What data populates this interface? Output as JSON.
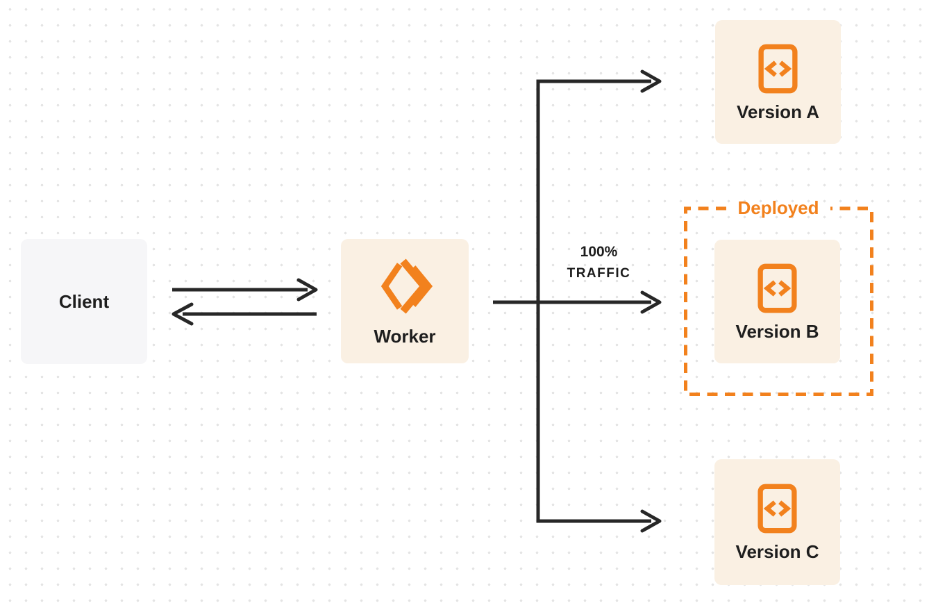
{
  "nodes": {
    "client": {
      "label": "Client"
    },
    "worker": {
      "label": "Worker",
      "icon": "cloudflare-workers-logo-icon"
    }
  },
  "traffic": {
    "line1": "100%",
    "line2": "TRAFFIC"
  },
  "deployed_group": {
    "label": "Deployed"
  },
  "versions": [
    {
      "id": "version-a",
      "label": "Version A",
      "icon": "code-file-icon"
    },
    {
      "id": "version-b",
      "label": "Version B",
      "icon": "code-file-icon",
      "in_deployed_group": true
    },
    {
      "id": "version-c",
      "label": "Version C",
      "icon": "code-file-icon"
    }
  ],
  "colors": {
    "accent_orange": "#F2811D",
    "card_cream": "#FAF0E3",
    "card_gray": "#F6F6F8",
    "arrow_dark": "#272727",
    "text_dark": "#1E1E1E",
    "dot_grid": "#E4E4E4",
    "background": "#FFFFFF"
  }
}
